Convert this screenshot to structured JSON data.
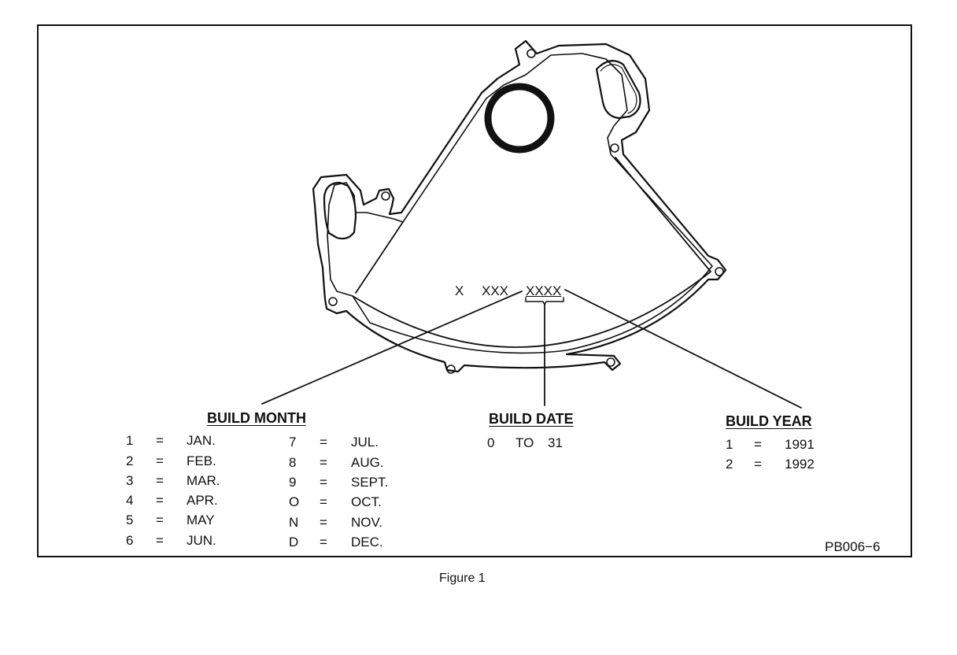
{
  "diagram": {
    "code_parts": {
      "plant": "X",
      "serial": "XXX",
      "date_code": "XXXX"
    },
    "build_month": {
      "heading": "BUILD MONTH",
      "rows": [
        {
          "code": "1",
          "eq": "=",
          "month": "JAN."
        },
        {
          "code": "2",
          "eq": "=",
          "month": "FEB."
        },
        {
          "code": "3",
          "eq": "=",
          "month": "MAR."
        },
        {
          "code": "4",
          "eq": "=",
          "month": "APR."
        },
        {
          "code": "5",
          "eq": "=",
          "month": "MAY"
        },
        {
          "code": "6",
          "eq": "=",
          "month": "JUN."
        },
        {
          "code": "7",
          "eq": "=",
          "month": "JUL."
        },
        {
          "code": "8",
          "eq": "=",
          "month": "AUG."
        },
        {
          "code": "9",
          "eq": "=",
          "month": "SEPT."
        },
        {
          "code": "O",
          "eq": "=",
          "month": "OCT."
        },
        {
          "code": "N",
          "eq": "=",
          "month": "NOV."
        },
        {
          "code": "D",
          "eq": "=",
          "month": "DEC."
        }
      ]
    },
    "build_date": {
      "heading": "BUILD DATE",
      "range_from": "0",
      "range_word": "TO",
      "range_to": "31"
    },
    "build_year": {
      "heading": "BUILD YEAR",
      "rows": [
        {
          "code": "1",
          "eq": "=",
          "year": "1991"
        },
        {
          "code": "2",
          "eq": "=",
          "year": "1992"
        }
      ]
    },
    "part_number": "PB006−6",
    "caption": "Figure 1"
  }
}
